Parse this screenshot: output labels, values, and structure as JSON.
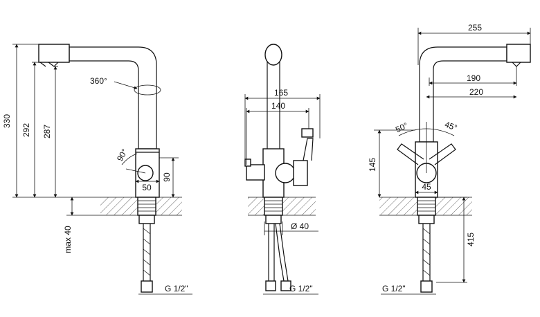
{
  "views": {
    "side": {
      "dim_330": "330",
      "dim_292": "292",
      "dim_287": "287",
      "dim_90": "90",
      "dim_50": "50",
      "rotation": "360°",
      "lever_angle": "90°",
      "deck_thickness": "max 40",
      "thread": "G 1/2\""
    },
    "front": {
      "dim_165": "165",
      "dim_140": "140",
      "hole": "Ø 40",
      "thread": "G 1/2\""
    },
    "right": {
      "dim_255": "255",
      "dim_190": "190",
      "dim_220": "220",
      "dim_145": "145",
      "dim_45w": "45",
      "dim_415": "415",
      "angle_50": "50°",
      "angle_45": "45°",
      "thread": "G 1/2\""
    }
  },
  "colors": {
    "line": "#111111",
    "background": "#ffffff"
  }
}
